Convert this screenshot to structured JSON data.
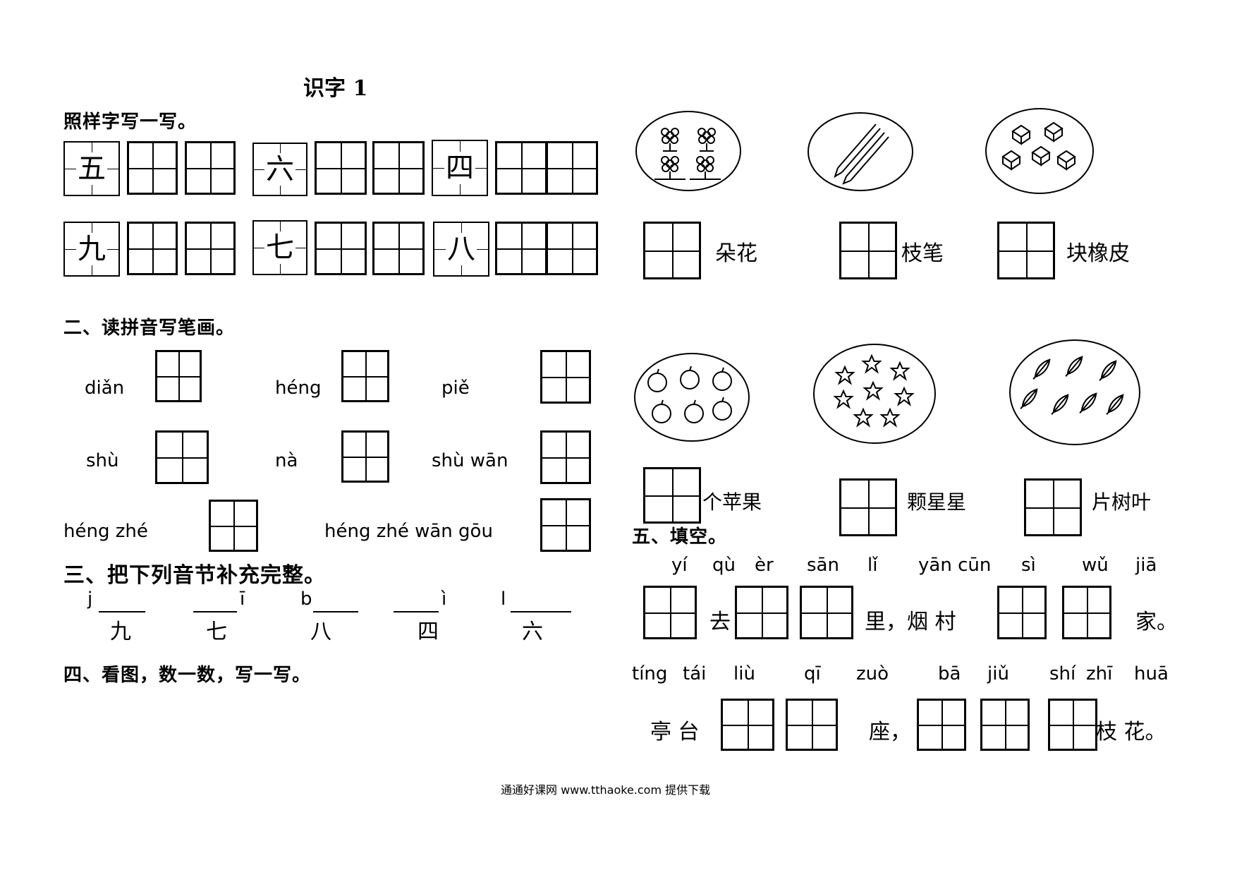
{
  "title": "识字 1",
  "section1": {
    "heading": "照样字写一写。",
    "row1": [
      "五",
      "六",
      "四"
    ],
    "row2": [
      "九",
      "七",
      "八"
    ]
  },
  "section2": {
    "heading": "二、读拼音写笔画。",
    "items": [
      "diǎn",
      "héng",
      "piě",
      "shù",
      "nà",
      "shù wān",
      "héng zhé",
      "héng zhé wān gōu"
    ]
  },
  "section3": {
    "heading": "三、把下列音节补充完整。",
    "items": [
      {
        "pinyin_prefix": "j",
        "pinyin_suffix": "",
        "hanzi": "九"
      },
      {
        "pinyin_prefix": "",
        "pinyin_suffix": "ī",
        "hanzi": "七"
      },
      {
        "pinyin_prefix": "b",
        "pinyin_suffix": "",
        "hanzi": "八"
      },
      {
        "pinyin_prefix": "",
        "pinyin_suffix": "ì",
        "hanzi": "四"
      },
      {
        "pinyin_prefix": "l",
        "pinyin_suffix": "",
        "hanzi": "六"
      }
    ]
  },
  "section4": {
    "heading": "四、看图，数一数，写一写。",
    "row1_labels": [
      "朵花",
      "枝笔",
      "块橡皮"
    ],
    "row2_labels": [
      "个苹果",
      "颗星星",
      "片树叶"
    ],
    "pictures": [
      "flowers",
      "pencils",
      "erasers",
      "apples",
      "stars",
      "leaves"
    ]
  },
  "section5": {
    "heading": "五、填空。",
    "line1_pinyin": [
      "yí",
      "qù",
      "èr",
      "sān",
      "lǐ",
      "yān cūn",
      "sì",
      "wǔ",
      "jiā"
    ],
    "line1_text": [
      "去",
      "里，烟 村",
      "家。"
    ],
    "line2_pinyin": [
      "tíng",
      "tái",
      "liù",
      "qī",
      "zuò",
      "bā",
      "jiǔ",
      "shí",
      "zhī",
      "huā"
    ],
    "line2_text": [
      "亭 台",
      "座，",
      "枝 花。"
    ]
  },
  "footer": "通通好课网  www.tthaoke.com  提供下载"
}
